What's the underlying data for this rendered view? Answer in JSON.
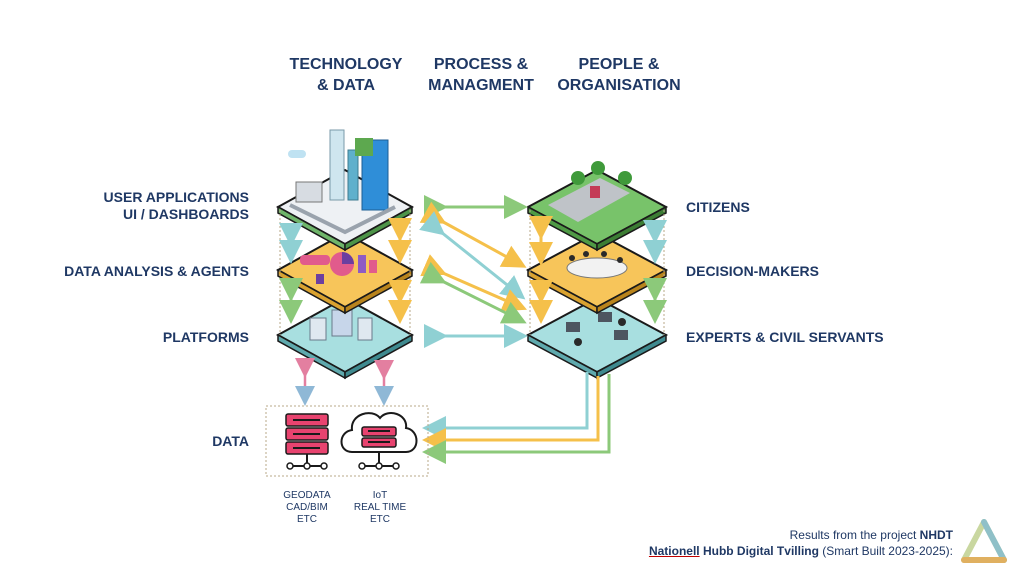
{
  "headers": {
    "technology": [
      "TECHNOLOGY",
      "& DATA"
    ],
    "process": [
      "PROCESS &",
      "MANAGMENT"
    ],
    "people": [
      "PEOPLE &",
      "ORGANISATION"
    ]
  },
  "left_layers": {
    "user_apps": [
      "USER APPLICATIONS",
      "UI / DASHBOARDS"
    ],
    "analysis": "DATA ANALYSIS & AGENTS",
    "platforms": "PLATFORMS",
    "data": "DATA"
  },
  "right_layers": {
    "citizens": "CITIZENS",
    "decision_makers": "DECISION-MAKERS",
    "experts": "EXPERTS & CIVIL SERVANTS"
  },
  "data_sources": {
    "geodata": [
      "GEODATA",
      "CAD/BIM",
      "ETC"
    ],
    "iot": [
      "IoT",
      "REAL TIME",
      "ETC"
    ]
  },
  "credit": {
    "line1_prefix": "Results from the project ",
    "line1_bold": "NHDT",
    "line2_bold_a": "Nationell",
    "line2_bold_b": " Hubb Digital Tvilling",
    "line2_rest": " (Smart Built 2023-2025):"
  },
  "colors": {
    "navy": "#1f3864",
    "green": "#8cc97a",
    "yellow": "#f5c04a",
    "teal": "#8fd0d3",
    "pink": "#e37fa0",
    "server": "#e8436f"
  }
}
